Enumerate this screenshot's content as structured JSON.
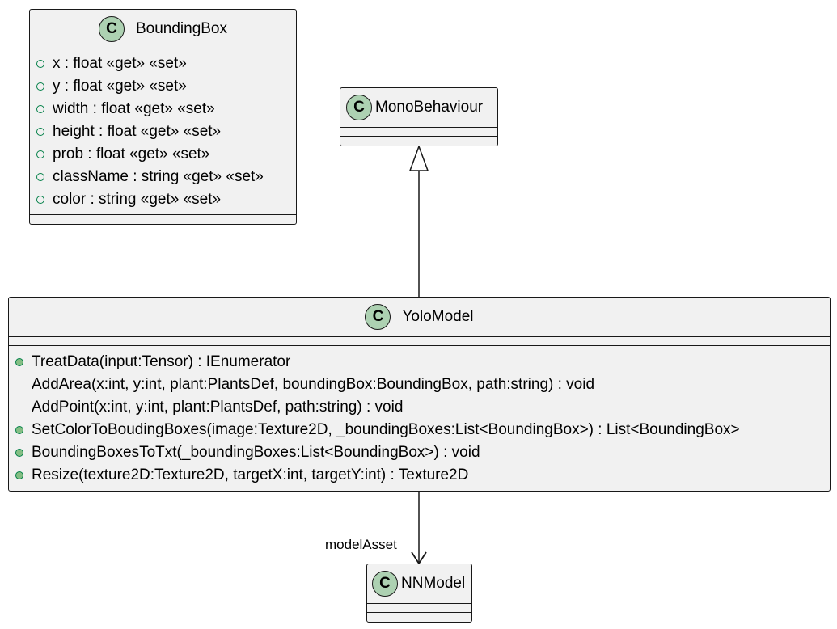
{
  "classes": {
    "bounding_box": {
      "name": "BoundingBox",
      "stereotype_letter": "C",
      "attributes": [
        {
          "text": "x : float «get» «set»",
          "visibility": "prop"
        },
        {
          "text": "y : float «get» «set»",
          "visibility": "prop"
        },
        {
          "text": "width : float «get» «set»",
          "visibility": "prop"
        },
        {
          "text": "height : float «get» «set»",
          "visibility": "prop"
        },
        {
          "text": "prob : float «get» «set»",
          "visibility": "prop"
        },
        {
          "text": "className : string «get» «set»",
          "visibility": "prop"
        },
        {
          "text": "color : string «get» «set»",
          "visibility": "prop"
        }
      ],
      "methods": []
    },
    "mono_behaviour": {
      "name": "MonoBehaviour",
      "stereotype_letter": "C",
      "attributes": [],
      "methods": []
    },
    "yolo_model": {
      "name": "YoloModel",
      "stereotype_letter": "C",
      "attributes": [],
      "methods": [
        {
          "text": "TreatData(input:Tensor) : IEnumerator",
          "visibility": "pub"
        },
        {
          "text": "AddArea(x:int, y:int, plant:PlantsDef, boundingBox:BoundingBox, path:string) : void",
          "visibility": "none"
        },
        {
          "text": "AddPoint(x:int, y:int, plant:PlantsDef, path:string) : void",
          "visibility": "none"
        },
        {
          "text": "SetColorToBoudingBoxes(image:Texture2D, _boundingBoxes:List<BoundingBox>) : List<BoundingBox>",
          "visibility": "pub"
        },
        {
          "text": "BoundingBoxesToTxt(_boundingBoxes:List<BoundingBox>) : void",
          "visibility": "pub"
        },
        {
          "text": "Resize(texture2D:Texture2D, targetX:int, targetY:int) : Texture2D",
          "visibility": "pub"
        }
      ]
    },
    "nn_model": {
      "name": "NNModel",
      "stereotype_letter": "C",
      "attributes": [],
      "methods": []
    }
  },
  "relations": {
    "inheritance": {
      "from": "YoloModel",
      "to": "MonoBehaviour"
    },
    "association": {
      "from": "YoloModel",
      "to": "NNModel",
      "label": "modelAsset"
    }
  },
  "colors": {
    "class_fill": "#f1f1f1",
    "border": "#181818",
    "badge": "#add1b2",
    "public_fill": "#84be84",
    "visibility_stroke": "#038048"
  }
}
